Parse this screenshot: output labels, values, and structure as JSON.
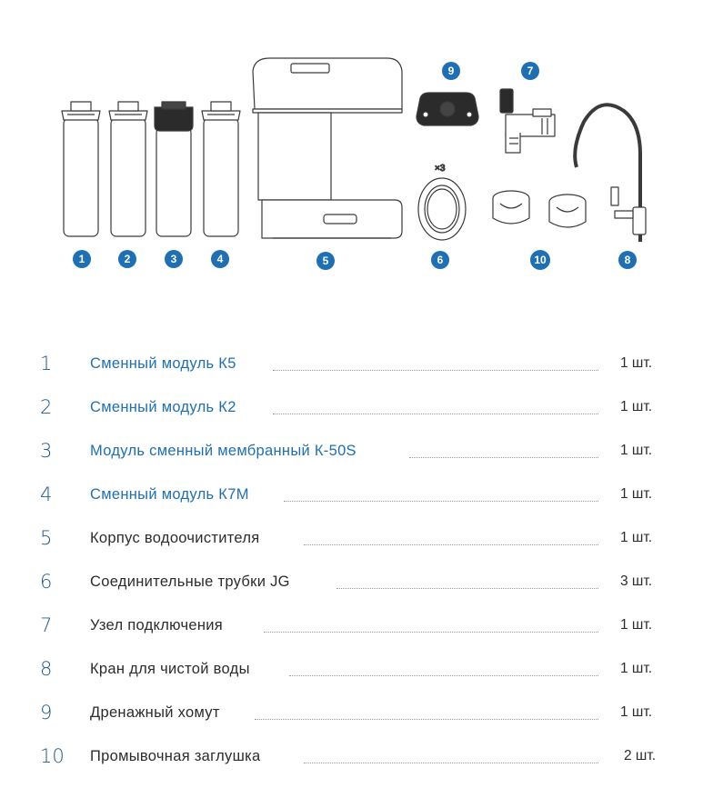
{
  "illustration": {
    "badges": [
      "1",
      "2",
      "3",
      "4",
      "5",
      "6",
      "10",
      "8",
      "9",
      "7"
    ],
    "ring_multiplier": "×3",
    "badge_color": "#1f6fb4"
  },
  "parts": [
    {
      "num": "1",
      "name": "Сменный модуль К5",
      "qty": "1 шт.",
      "style": "blue"
    },
    {
      "num": "2",
      "name": "Сменный модуль К2",
      "qty": "1 шт.",
      "style": "blue"
    },
    {
      "num": "3",
      "name": "Модуль сменный мембранный К-50S",
      "qty": "1 шт.",
      "style": "blue"
    },
    {
      "num": "4",
      "name": "Сменный модуль К7М",
      "qty": "1 шт.",
      "style": "blue"
    },
    {
      "num": "5",
      "name": "Корпус водоочистителя",
      "qty": "1 шт.",
      "style": "dark"
    },
    {
      "num": "6",
      "name": "Соединительные трубки JG",
      "qty": "3 шт.",
      "style": "dark"
    },
    {
      "num": "7",
      "name": "Узел подключения",
      "qty": "1 шт.",
      "style": "dark"
    },
    {
      "num": "8",
      "name": "Кран для чистой воды",
      "qty": "1 шт.",
      "style": "dark"
    },
    {
      "num": "9",
      "name": "Дренажный хомут",
      "qty": "1 шт.",
      "style": "dark"
    },
    {
      "num": "10",
      "name": "Промывочная заглушка",
      "qty": "2 шт.",
      "style": "dark"
    }
  ]
}
